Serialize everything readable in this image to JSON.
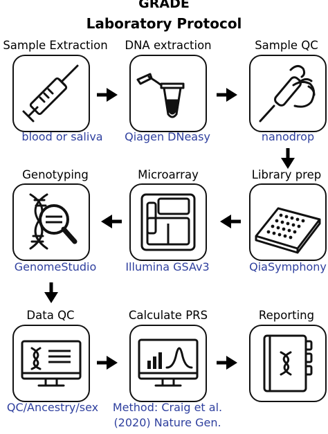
{
  "title_line1": "GRADE",
  "title_line2": "Laboratory Protocol",
  "steps": [
    {
      "label": "Sample Extraction",
      "detail": "blood or saliva",
      "icon": "syringe-icon"
    },
    {
      "label": "DNA extraction",
      "detail": "Qiagen DNeasy",
      "icon": "microtube-icon"
    },
    {
      "label": "Sample QC",
      "detail": "nanodrop",
      "icon": "pipette-hand-icon"
    },
    {
      "label": "Library prep",
      "detail": "QiaSymphony",
      "icon": "well-plate-icon"
    },
    {
      "label": "Microarray",
      "detail": "Illumina GSAv3",
      "icon": "microarray-scanner-icon"
    },
    {
      "label": "Genotyping",
      "detail": "GenomeStudio",
      "icon": "dna-magnifier-icon"
    },
    {
      "label": "Data QC",
      "detail_lines": [
        "QC/Ancestry/sex"
      ],
      "icon": "monitor-dna-icon"
    },
    {
      "label": "Calculate PRS",
      "detail_lines": [
        "Method: Craig et al.",
        "(2020) Nature Gen."
      ],
      "icon": "monitor-chart-icon"
    },
    {
      "label": "Reporting",
      "detail": "",
      "icon": "report-binder-icon"
    }
  ],
  "colors": {
    "detail_text": "#2e3f9e",
    "outline": "#111111"
  }
}
